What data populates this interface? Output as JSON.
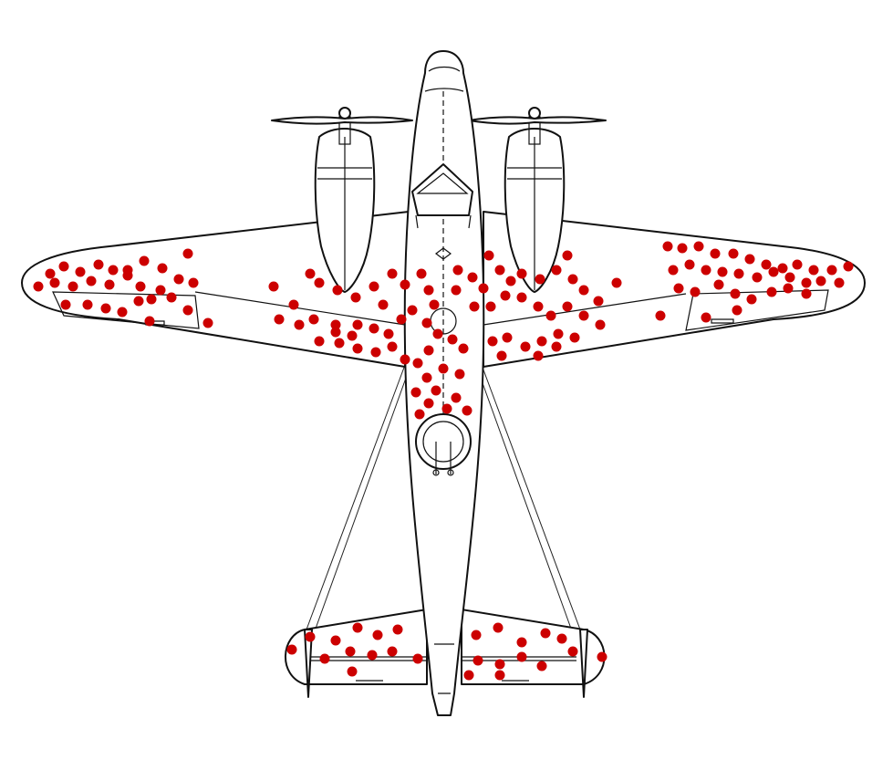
{
  "colors": {
    "background": "#ffffff",
    "outline": "#111111",
    "hit_marker": "#cc0000"
  },
  "icons": {
    "aircraft": "twin-engine-bomber-top-view-icon",
    "hit_marker": "bullet-hole-dot-icon"
  },
  "hit_regions": [
    "left-wing",
    "right-wing",
    "center-fuselage",
    "left-tailplane",
    "right-tailplane"
  ]
}
